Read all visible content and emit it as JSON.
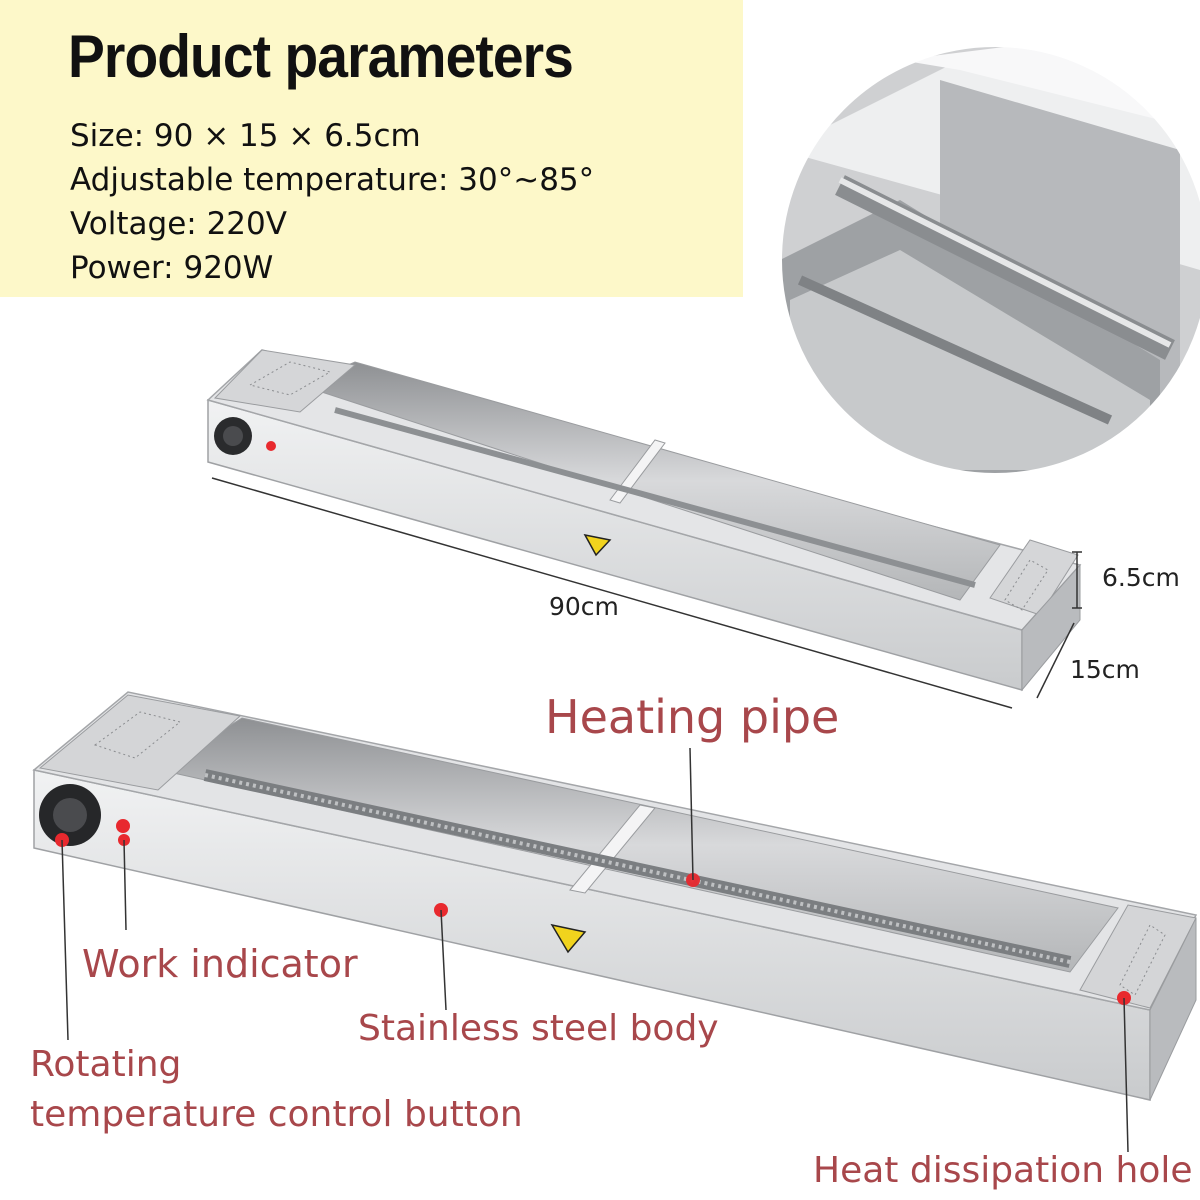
{
  "params": {
    "title": "Product parameters",
    "lines": [
      "Size: 90 × 15 × 6.5cm",
      "Adjustable temperature: 30°~85°",
      "Voltage: 220V",
      "Power: 920W"
    ]
  },
  "dimensions": {
    "length": "90cm",
    "height": "6.5cm",
    "width": "15cm"
  },
  "annotations": {
    "heating_pipe": "Heating pipe",
    "work_indicator": "Work indicator",
    "body": "Stainless steel body",
    "control_button_line1": "Rotating",
    "control_button_line2": "temperature control button",
    "heat_hole": "Heat dissipation hole"
  },
  "colors": {
    "background_box": "#fdf8c9",
    "annotation_text": "#a8474b",
    "marker": "#e8292e",
    "steel": "#d9dadc"
  }
}
